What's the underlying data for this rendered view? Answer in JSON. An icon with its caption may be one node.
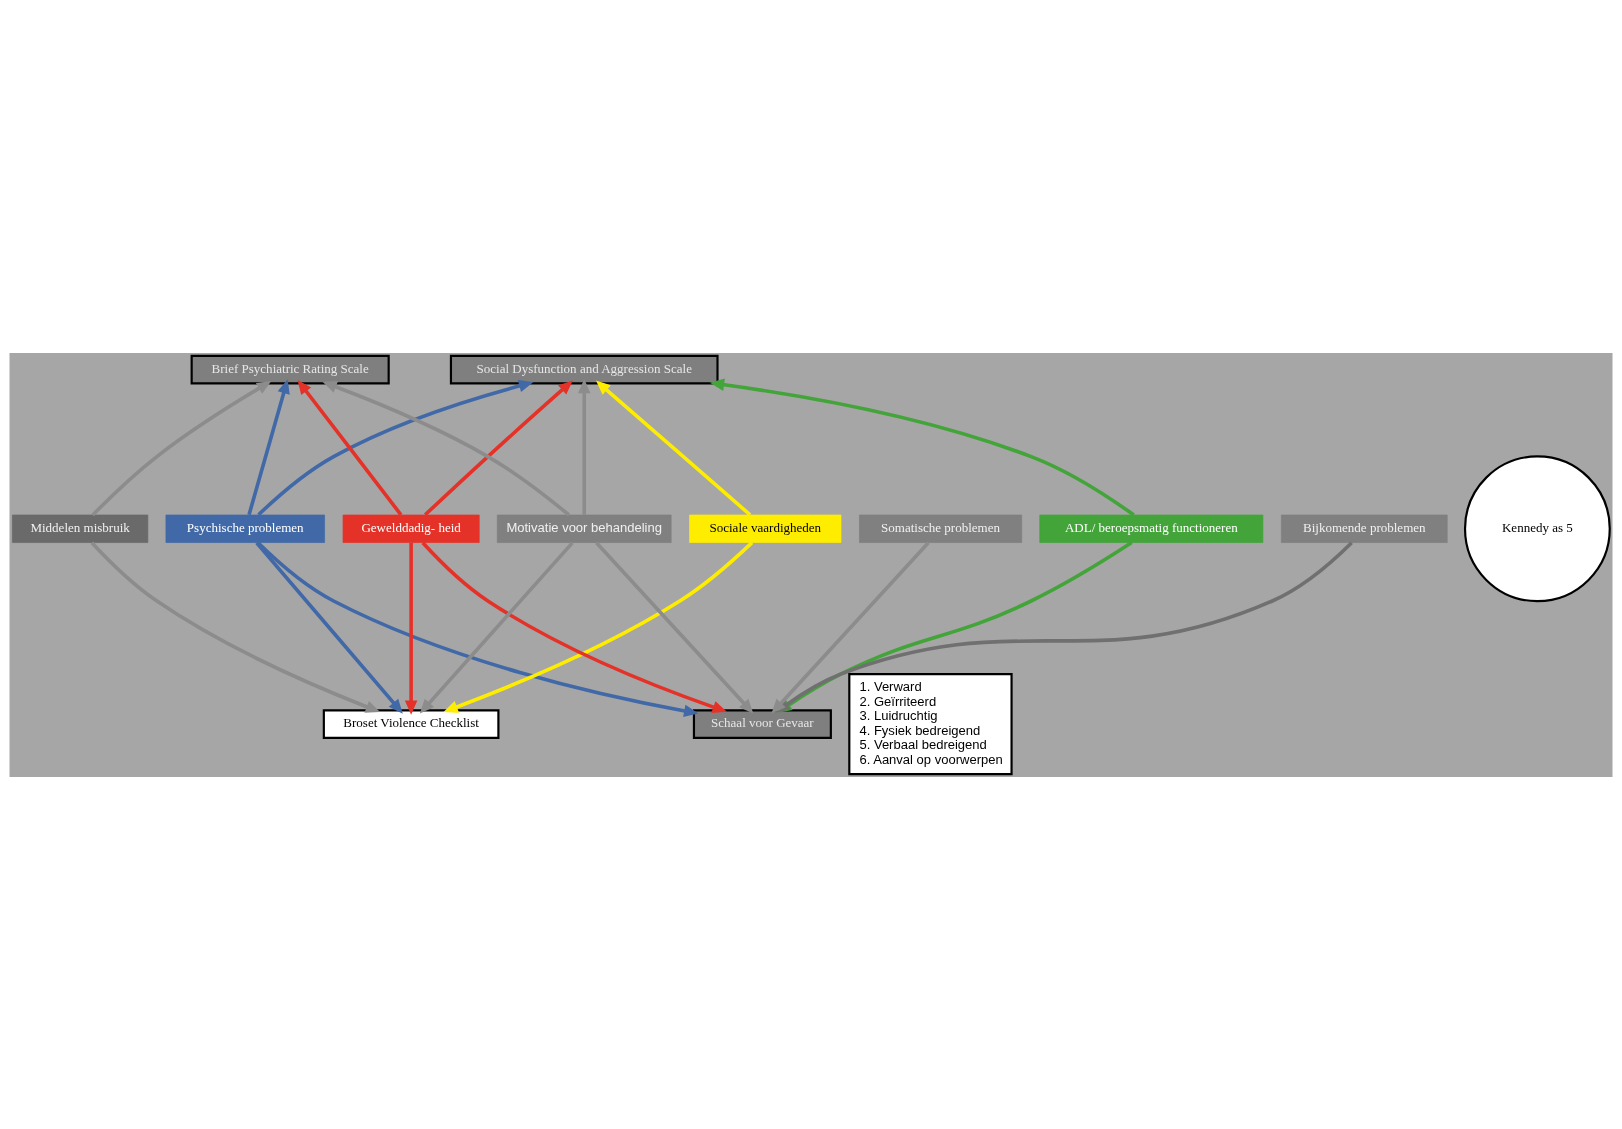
{
  "diagram": {
    "nodes": [
      {
        "text": [
          "Social Dysfunction and Aggression Scale"
        ]
      },
      {
        "text": [
          "Brief Psychiatric Rating Scale"
        ]
      },
      {
        "text": [
          "Psychische problemen"
        ]
      },
      {
        "text": [
          "Sociale vaardigheden"
        ]
      },
      {
        "text": [
          "Gewelddadig- heid"
        ]
      },
      {
        "text": [
          "Motivatie voor behandeling"
        ]
      },
      {
        "text": [
          "Kennedy as 5"
        ]
      },
      {
        "text": [
          "ADL/ beroepsmatig functioneren"
        ]
      },
      {
        "text": [
          "Bijkomende problemen"
        ]
      },
      {
        "text": [
          "Somatische problemen"
        ]
      },
      {
        "text": [
          "Middelen misbruik"
        ]
      },
      {
        "text": [
          "Schaal voor Gevaar"
        ]
      },
      {
        "text": [
          "Broset Violence Checklist"
        ]
      },
      {
        "text": [
          "1. Verward",
          "2. Geïrriteerd",
          "3. Luidruchtig",
          "4. Fysiek bedreigend",
          "5. Verbaal bedreigend",
          "6. Aanval op voorwerpen"
        ]
      }
    ],
    "edges": [
      {
        "from": 4,
        "to": 0,
        "arrow": "to",
        "color": "#e53228"
      },
      {
        "from": 3,
        "to": 0,
        "arrow": "to",
        "color": "#ffed00"
      },
      {
        "from": 2,
        "to": 1,
        "arrow": "to",
        "color": "#4169a8"
      },
      {
        "from": 7,
        "to": 0,
        "arrow": "to",
        "color": "#43a43a"
      },
      {
        "from": 2,
        "to": 0,
        "arrow": "to",
        "color": "#4169a8"
      },
      {
        "from": 5,
        "to": 0,
        "arrow": "to"
      },
      {
        "from": 5,
        "to": 1,
        "arrow": "to"
      },
      {
        "from": 4,
        "to": 1,
        "arrow": "to",
        "color": "#e53228"
      },
      {
        "from": 10,
        "to": 1,
        "arrow": "to"
      },
      {
        "from": 2,
        "to": 11,
        "arrow": "to",
        "color": "#4169a8"
      },
      {
        "from": 5,
        "to": 11,
        "arrow": "to"
      },
      {
        "from": 8,
        "to": 11,
        "arrow": "to",
        "color": "#707070"
      },
      {
        "from": 4,
        "to": 11,
        "arrow": "to",
        "color": "#e53228"
      },
      {
        "from": 7,
        "to": 11,
        "arrow": "to",
        "color": "#43a43a"
      },
      {
        "from": 9,
        "to": 11,
        "arrow": "to"
      },
      {
        "from": 4,
        "to": 12,
        "arrow": "to",
        "color": "#e53228"
      },
      {
        "from": 3,
        "to": 12,
        "arrow": "to",
        "color": "#ffed00"
      },
      {
        "from": 2,
        "to": 12,
        "arrow": "to",
        "color": "#4169a8"
      },
      {
        "from": 5,
        "to": 12,
        "arrow": "to"
      },
      {
        "from": 10,
        "to": 12,
        "arrow": "to"
      }
    ]
  }
}
